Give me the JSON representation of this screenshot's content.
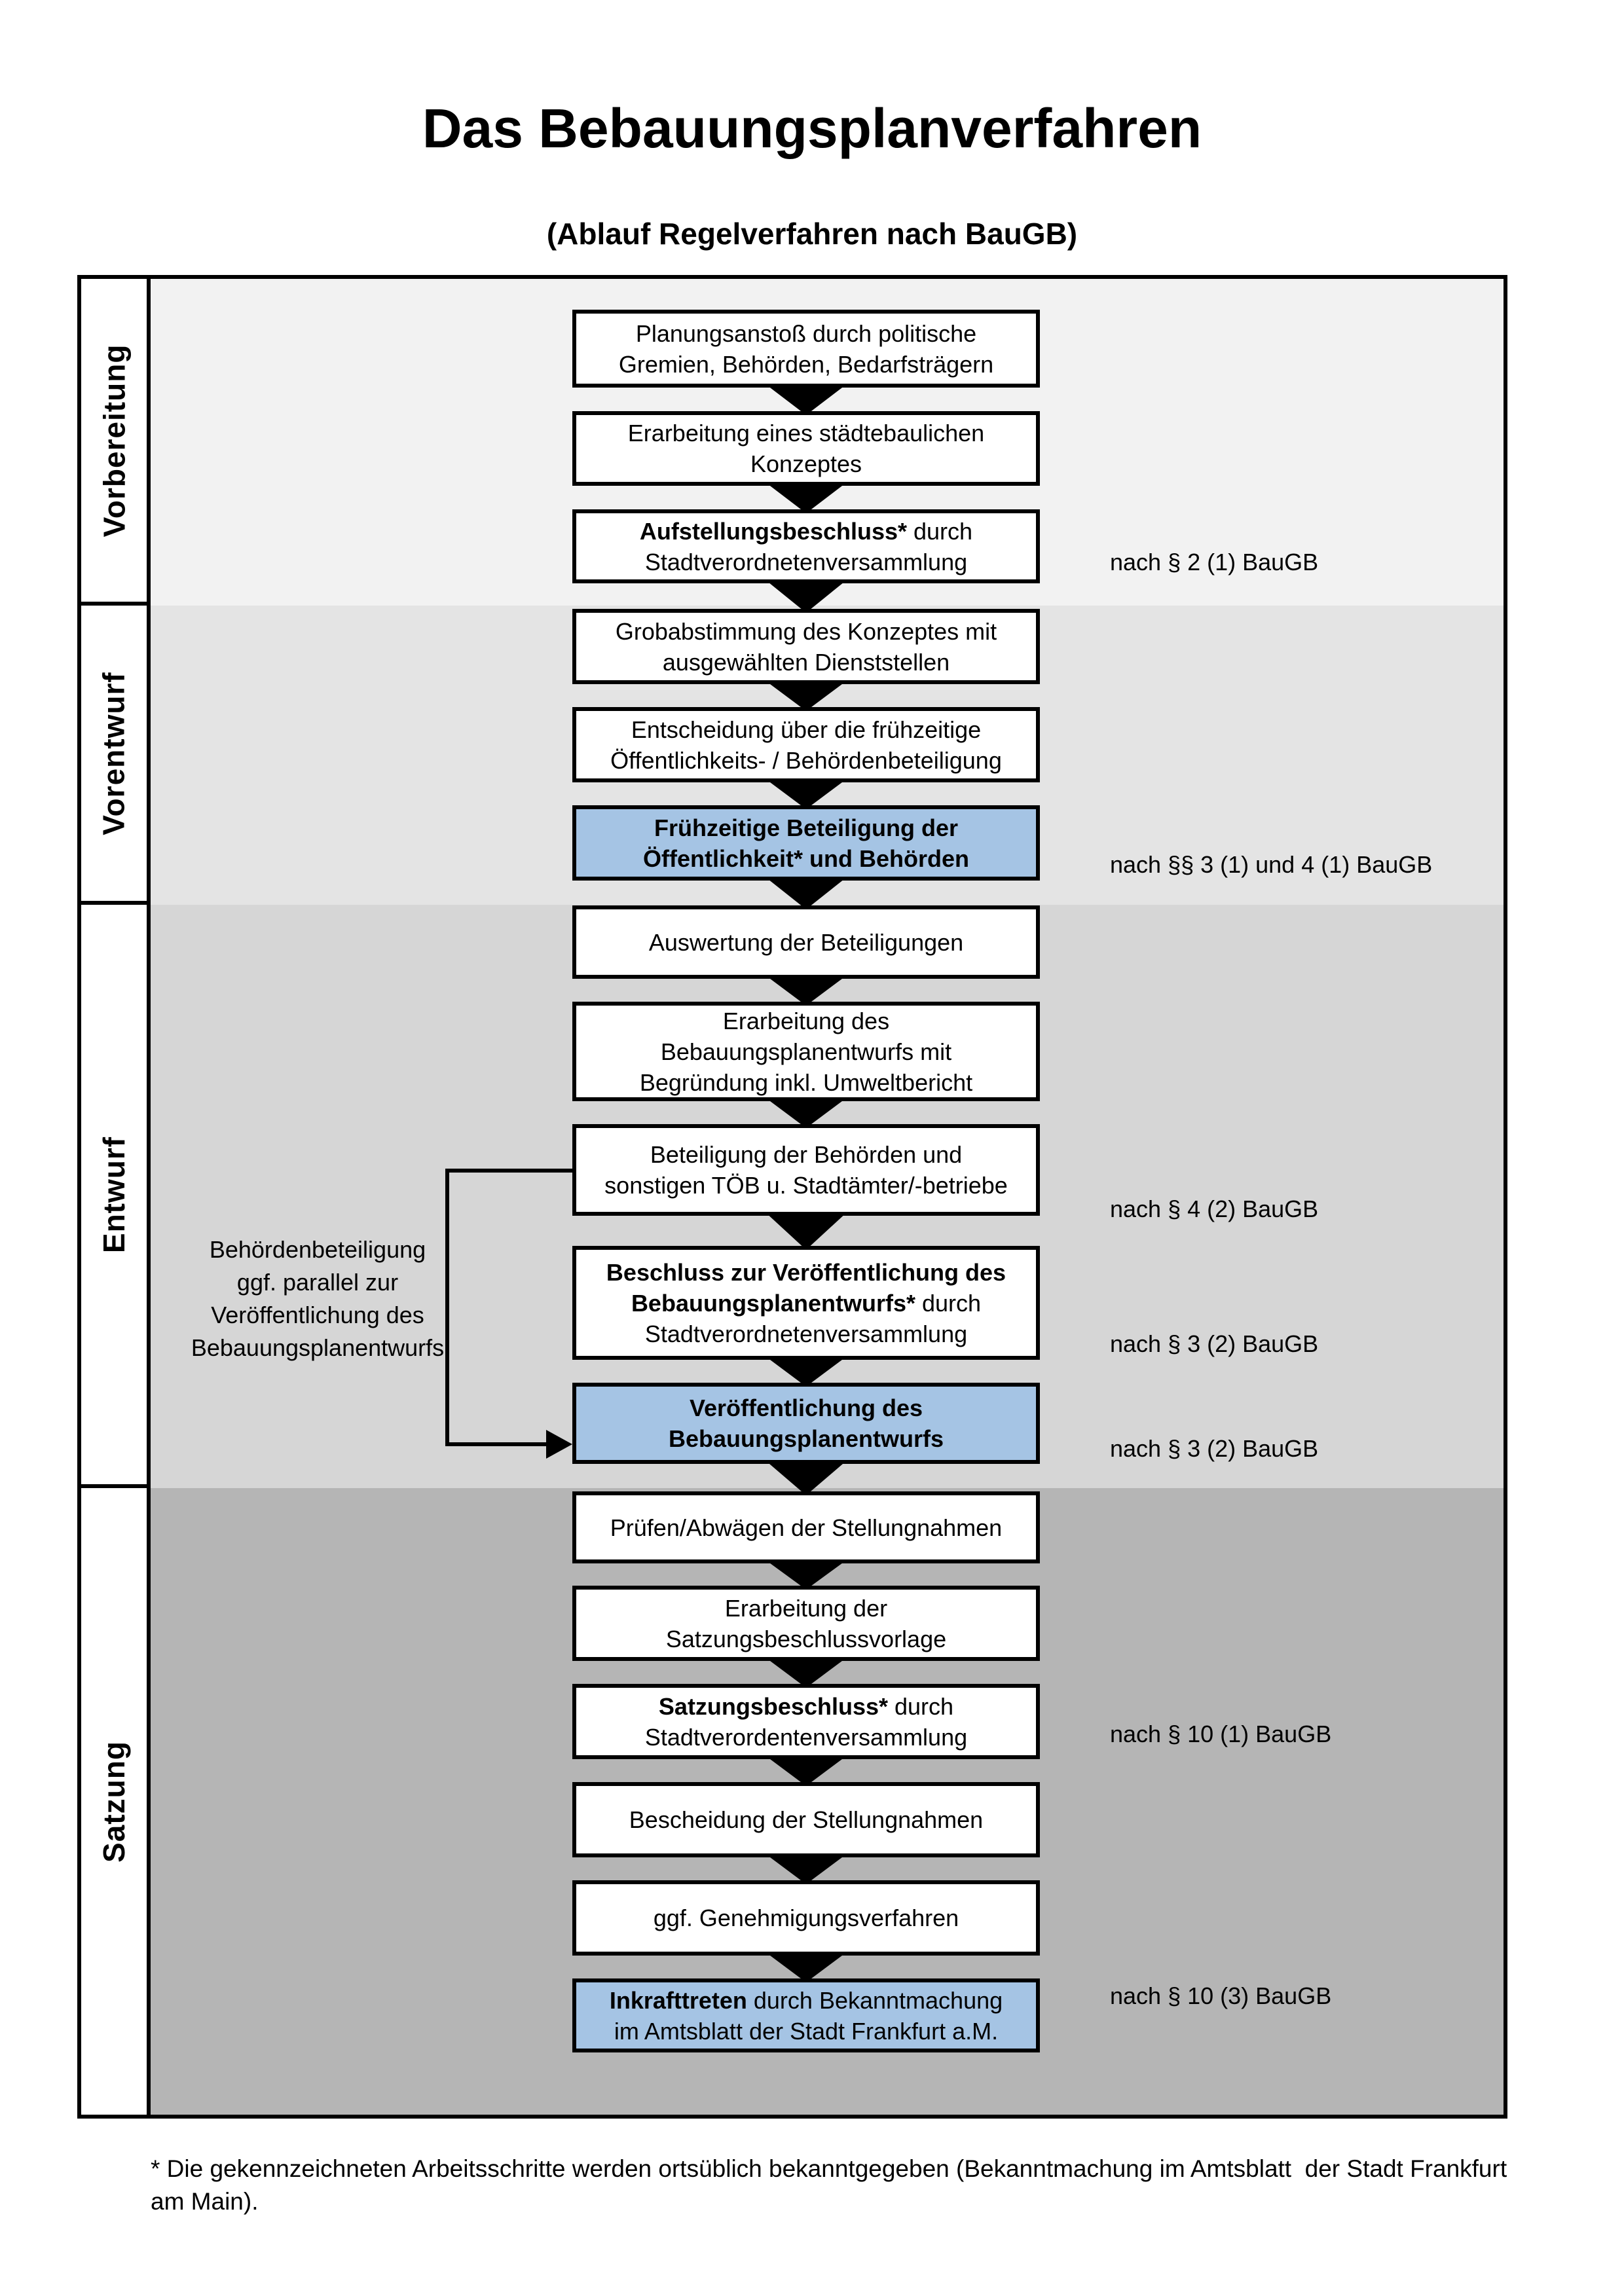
{
  "title": "Das Bebauungsplanverfahren",
  "subtitle": "(Ablauf Regelverfahren nach BauGB)",
  "colors": {
    "highlight_box": "#a5c4e4",
    "box_bg": "#ffffff",
    "border": "#000000",
    "phase_bg": [
      "#f2f2f2",
      "#e4e4e4",
      "#d6d6d6",
      "#b5b5b5"
    ]
  },
  "phases": [
    {
      "label": "Vorbereitung"
    },
    {
      "label": "Vorentwurf"
    },
    {
      "label": "Entwurf"
    },
    {
      "label": "Satzung"
    }
  ],
  "boxes": [
    {
      "name": "planungsanstoss",
      "highlight": false,
      "lines": [
        [
          {
            "text": "Planungsanstoß durch politische",
            "bold": false
          }
        ],
        [
          {
            "text": "Gremien, Behörden, Bedarfsträgern",
            "bold": false
          }
        ]
      ]
    },
    {
      "name": "staedtebauliches-konzept",
      "highlight": false,
      "lines": [
        [
          {
            "text": "Erarbeitung eines städtebaulichen",
            "bold": false
          }
        ],
        [
          {
            "text": "Konzeptes",
            "bold": false
          }
        ]
      ]
    },
    {
      "name": "aufstellungsbeschluss",
      "highlight": false,
      "lines": [
        [
          {
            "text": "Aufstellungsbeschluss*",
            "bold": true
          },
          {
            "text": " durch",
            "bold": false
          }
        ],
        [
          {
            "text": "Stadtverordnetenversammlung",
            "bold": false
          }
        ]
      ]
    },
    {
      "name": "grobabstimmung",
      "highlight": false,
      "lines": [
        [
          {
            "text": "Grobabstimmung des Konzeptes mit",
            "bold": false
          }
        ],
        [
          {
            "text": "ausgewählten Dienststellen",
            "bold": false
          }
        ]
      ]
    },
    {
      "name": "entscheidung-fruehzeitige-beteiligung",
      "highlight": false,
      "lines": [
        [
          {
            "text": "Entscheidung über die frühzeitige",
            "bold": false
          }
        ],
        [
          {
            "text": "Öffentlichkeits- / Behördenbeteiligung",
            "bold": false
          }
        ]
      ]
    },
    {
      "name": "fruehzeitige-beteiligung",
      "highlight": true,
      "lines": [
        [
          {
            "text": "Frühzeitige Beteiligung der",
            "bold": true
          }
        ],
        [
          {
            "text": "Öffentlichkeit* und Behörden",
            "bold": true
          }
        ]
      ]
    },
    {
      "name": "auswertung-beteiligungen",
      "highlight": false,
      "lines": [
        [
          {
            "text": "Auswertung der Beteiligungen",
            "bold": false
          }
        ]
      ]
    },
    {
      "name": "erarbeitung-bebauungsplanentwurf",
      "highlight": false,
      "lines": [
        [
          {
            "text": "Erarbeitung des",
            "bold": false
          }
        ],
        [
          {
            "text": "Bebauungsplanentwurfs mit",
            "bold": false
          }
        ],
        [
          {
            "text": "Begründung inkl. Umweltbericht",
            "bold": false
          }
        ]
      ]
    },
    {
      "name": "beteiligung-behoerden-toeb",
      "highlight": false,
      "lines": [
        [
          {
            "text": "Beteiligung der Behörden und",
            "bold": false
          }
        ],
        [
          {
            "text": "sonstigen TÖB u. Stadtämter/-betriebe",
            "bold": false
          }
        ]
      ]
    },
    {
      "name": "beschluss-veroeffentlichung",
      "highlight": false,
      "lines": [
        [
          {
            "text": "Beschluss zur Veröffentlichung des",
            "bold": true
          }
        ],
        [
          {
            "text": "Bebauungsplanentwurfs*",
            "bold": true
          },
          {
            "text": " durch",
            "bold": false
          }
        ],
        [
          {
            "text": "Stadtverordnetenversammlung",
            "bold": false
          }
        ]
      ]
    },
    {
      "name": "veroeffentlichung-entwurf",
      "highlight": true,
      "lines": [
        [
          {
            "text": "Veröffentlichung des",
            "bold": true
          }
        ],
        [
          {
            "text": "Bebauungsplanentwurfs",
            "bold": true
          }
        ]
      ]
    },
    {
      "name": "pruefen-abwaegen-stellungnahmen",
      "highlight": false,
      "lines": [
        [
          {
            "text": "Prüfen/Abwägen der Stellungnahmen",
            "bold": false
          }
        ]
      ]
    },
    {
      "name": "satzungsbeschlussvorlage",
      "highlight": false,
      "lines": [
        [
          {
            "text": "Erarbeitung der",
            "bold": false
          }
        ],
        [
          {
            "text": "Satzungsbeschlussvorlage",
            "bold": false
          }
        ]
      ]
    },
    {
      "name": "satzungsbeschluss",
      "highlight": false,
      "lines": [
        [
          {
            "text": "Satzungsbeschluss*",
            "bold": true
          },
          {
            "text": " durch",
            "bold": false
          }
        ],
        [
          {
            "text": "Stadtverordentenversammlung",
            "bold": false
          }
        ]
      ]
    },
    {
      "name": "bescheidung-stellungnahmen",
      "highlight": false,
      "lines": [
        [
          {
            "text": "Bescheidung der Stellungnahmen",
            "bold": false
          }
        ]
      ]
    },
    {
      "name": "genehmigungsverfahren",
      "highlight": false,
      "lines": [
        [
          {
            "text": "ggf. Genehmigungsverfahren",
            "bold": false
          }
        ]
      ]
    },
    {
      "name": "inkrafttreten",
      "highlight": true,
      "lines": [
        [
          {
            "text": "Inkrafttreten",
            "bold": true
          },
          {
            "text": " durch Bekanntmachung",
            "bold": false
          }
        ],
        [
          {
            "text": "im Amtsblatt der Stadt Frankfurt a.M.",
            "bold": false
          }
        ]
      ]
    }
  ],
  "annotations": [
    {
      "text": "nach § 2 (1) BauGB"
    },
    {
      "text": "nach §§ 3 (1) und 4 (1) BauGB"
    },
    {
      "text": "nach § 4 (2) BauGB"
    },
    {
      "text": "nach § 3 (2) BauGB"
    },
    {
      "text": "nach § 3 (2) BauGB"
    },
    {
      "text": "nach § 10 (1) BauGB"
    },
    {
      "text": "nach § 10 (3) BauGB"
    }
  ],
  "side_note": {
    "lines": [
      "Behördenbeteiligung",
      "ggf. parallel zur",
      "Veröffentlichung des",
      "Bebauungsplanentwurfs"
    ]
  },
  "footnote": {
    "text": "* Die gekennzeichneten Arbeitsschritte werden ortsüblich bekanntgegeben (Bekanntmachung im Amtsblatt  der Stadt Frankfurt am Main)."
  }
}
